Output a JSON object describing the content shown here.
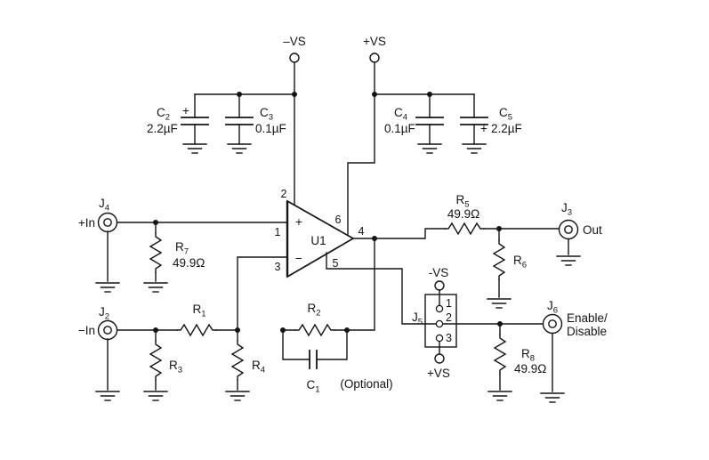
{
  "colors": {
    "ink": "#141414",
    "background": "#ffffff"
  },
  "supply": {
    "neg": "–VS",
    "pos": "+VS"
  },
  "opamp": {
    "name": "U1",
    "noninv": "+",
    "inv": "−",
    "pin1": "1",
    "pin2": "2",
    "pin3": "3",
    "pin4": "4",
    "pin5": "5",
    "pin6": "6"
  },
  "caps": {
    "c1": {
      "ref": "C",
      "sub": "1",
      "note": "(Optional)"
    },
    "c2": {
      "ref": "C",
      "sub": "2",
      "value": "2.2µF",
      "pol": "+"
    },
    "c3": {
      "ref": "C",
      "sub": "3",
      "value": "0.1µF"
    },
    "c4": {
      "ref": "C",
      "sub": "4",
      "value": "0.1µF"
    },
    "c5": {
      "ref": "C",
      "sub": "5",
      "value": "2.2µF",
      "pol": "+"
    }
  },
  "res": {
    "r1": {
      "ref": "R",
      "sub": "1"
    },
    "r2": {
      "ref": "R",
      "sub": "2"
    },
    "r3": {
      "ref": "R",
      "sub": "3"
    },
    "r4": {
      "ref": "R",
      "sub": "4"
    },
    "r5": {
      "ref": "R",
      "sub": "5",
      "value": "49.9Ω"
    },
    "r6": {
      "ref": "R",
      "sub": "6"
    },
    "r7": {
      "ref": "R",
      "sub": "7",
      "value": "49.9Ω"
    },
    "r8": {
      "ref": "R",
      "sub": "8",
      "value": "49.9Ω"
    }
  },
  "jacks": {
    "j2": {
      "ref": "J",
      "sub": "2",
      "label": "−In"
    },
    "j3": {
      "ref": "J",
      "sub": "3",
      "label": "Out"
    },
    "j4": {
      "ref": "J",
      "sub": "4",
      "label": "+In"
    },
    "j5": {
      "ref": "J",
      "sub": "5",
      "pin1": "1",
      "pin2": "2",
      "pin3": "3",
      "top": "-VS",
      "bottom": "+VS"
    },
    "j6": {
      "ref": "J",
      "sub": "6",
      "label1": "Enable/",
      "label2": "Disable"
    }
  }
}
